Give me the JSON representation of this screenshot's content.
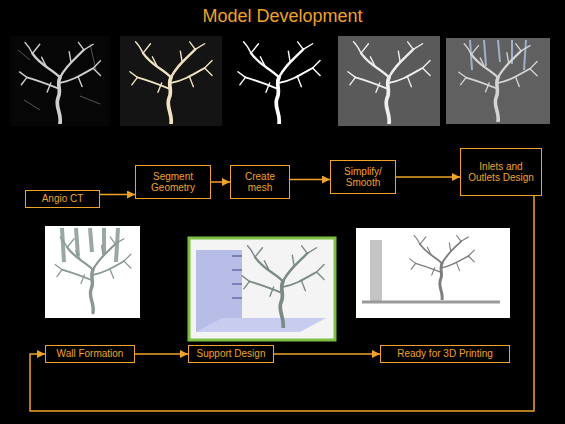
{
  "diagram": {
    "title": "Model Development",
    "nodes": [
      {
        "text": [
          "Angio CT"
        ]
      },
      {
        "text": [
          "Segment Geometry"
        ]
      },
      {
        "text": [
          "Create mesh"
        ]
      },
      {
        "text": [
          "Simplify/ Smooth"
        ]
      },
      {
        "text": [
          "Inlets and Outlets Design"
        ]
      },
      {
        "text": [
          "Wall Formation"
        ]
      },
      {
        "text": [
          "Support Design"
        ]
      },
      {
        "text": [
          "Ready for 3D Printing"
        ]
      }
    ],
    "edges": [
      {
        "from": 0,
        "to": 1,
        "arrow": "to"
      },
      {
        "from": 1,
        "to": 2,
        "arrow": "to"
      },
      {
        "from": 2,
        "to": 3,
        "arrow": "to"
      },
      {
        "from": 3,
        "to": 4,
        "arrow": "to"
      },
      {
        "from": 4,
        "to": 5,
        "arrow": "to"
      },
      {
        "from": 5,
        "to": 6,
        "arrow": "to"
      },
      {
        "from": 6,
        "to": 7,
        "arrow": "to"
      }
    ]
  }
}
